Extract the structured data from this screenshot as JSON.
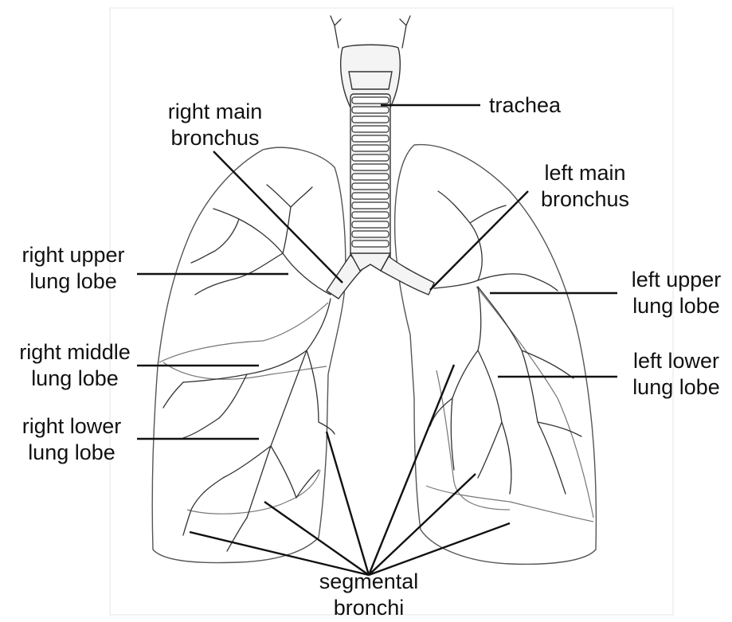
{
  "labels": {
    "trachea": "trachea",
    "right_main_bronchus": [
      "right main",
      "bronchus"
    ],
    "left_main_bronchus": [
      "left main",
      "bronchus"
    ],
    "right_upper_lobe": [
      "right upper",
      "lung lobe"
    ],
    "right_middle_lobe": [
      "right middle",
      "lung lobe"
    ],
    "right_lower_lobe": [
      "right lower",
      "lung lobe"
    ],
    "left_upper_lobe": [
      "left upper",
      "lung lobe"
    ],
    "left_lower_lobe": [
      "left lower",
      "lung lobe"
    ],
    "segmental_bronchi": [
      "segmental",
      "bronchi"
    ]
  }
}
